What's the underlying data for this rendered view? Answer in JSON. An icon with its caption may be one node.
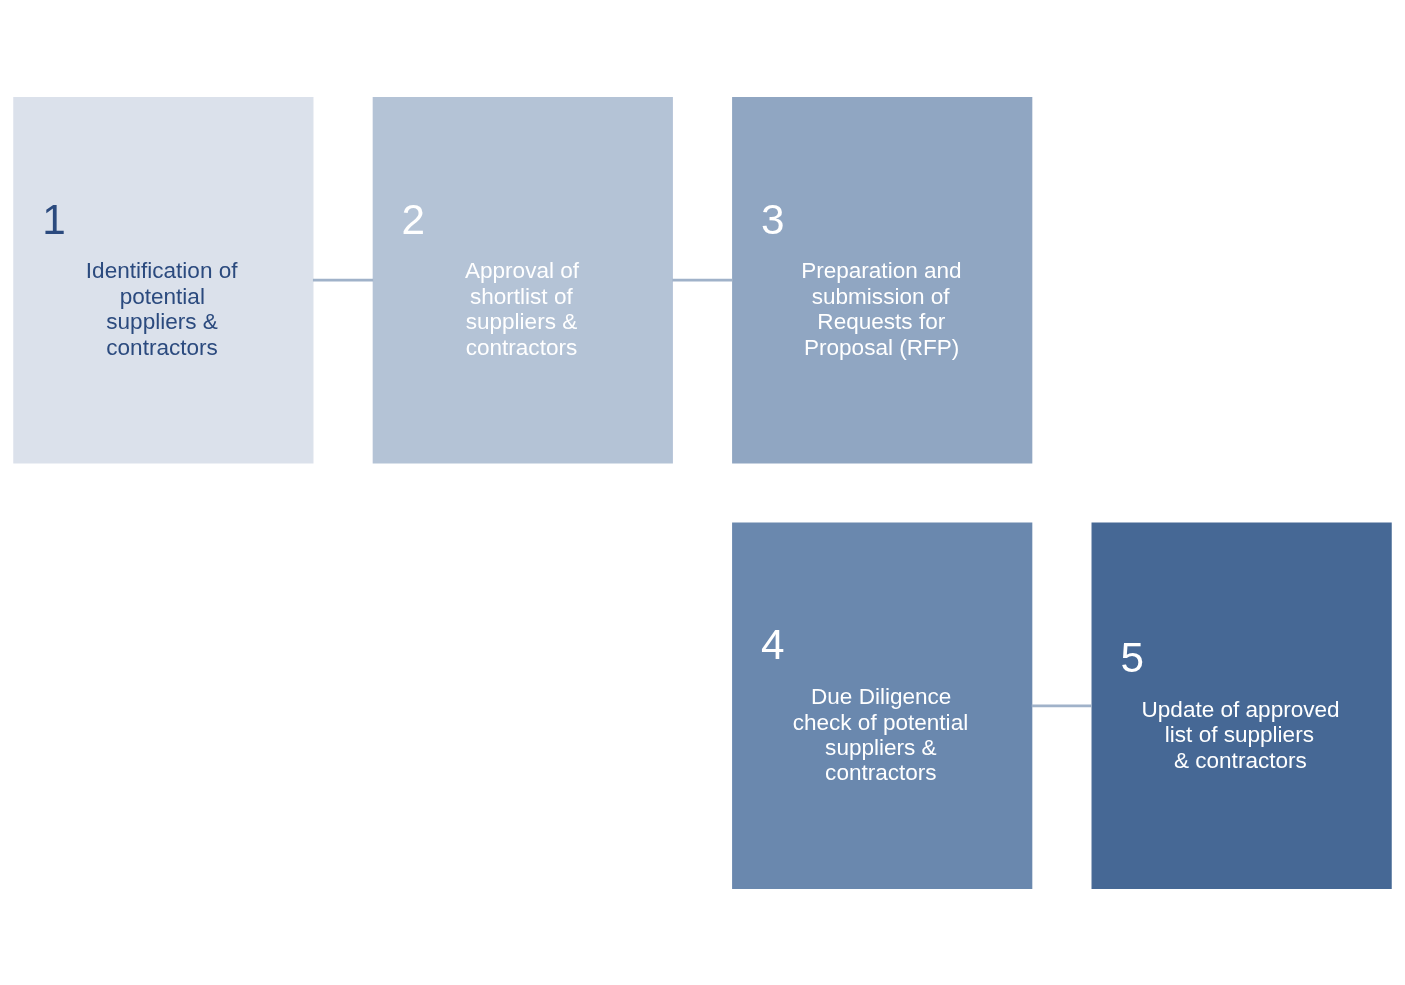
{
  "diagram": {
    "nodes": [
      {
        "text": [
          "1",
          "Identification of potential suppliers & contractors"
        ]
      },
      {
        "text": [
          "2",
          "Approval of shortlist of suppliers & contractors"
        ]
      },
      {
        "text": [
          "3",
          "Preparation and submission of Requests for Proposal (RFP)"
        ]
      },
      {
        "text": [
          "4",
          "Due Diligence check of potential suppliers & contractors"
        ]
      },
      {
        "text": [
          "5",
          "Update of approved list of suppliers & contractors"
        ]
      }
    ],
    "edges": [
      {
        "from": 0,
        "to": 1,
        "arrow": "none"
      },
      {
        "from": 1,
        "to": 2,
        "arrow": "none"
      },
      {
        "from": 3,
        "to": 4,
        "arrow": "none"
      }
    ]
  }
}
